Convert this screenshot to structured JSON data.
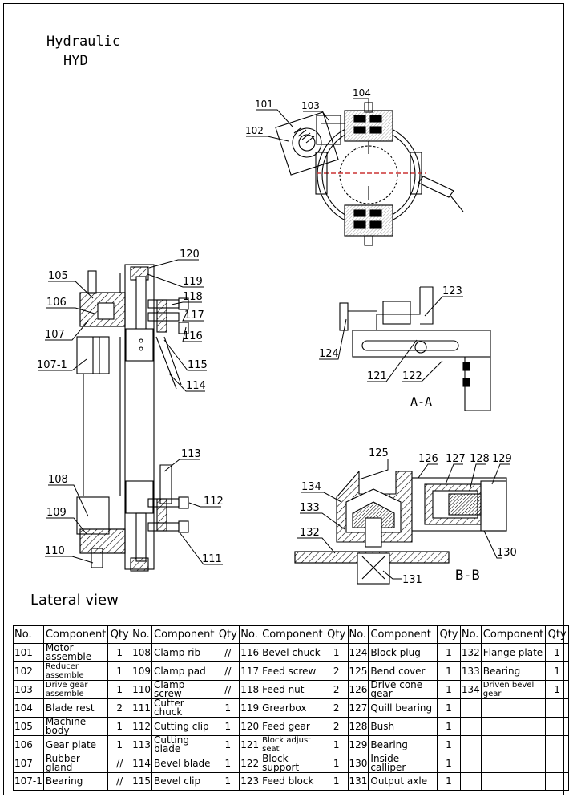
{
  "title": {
    "line1": "Hydraulic",
    "line2": "HYD"
  },
  "views": {
    "lateral": "Lateral view",
    "section_aa": "A-A",
    "section_bb": "B-B"
  },
  "callouts": [
    "101",
    "102",
    "103",
    "104",
    "105",
    "106",
    "107",
    "107-1",
    "108",
    "109",
    "110",
    "111",
    "112",
    "113",
    "114",
    "115",
    "116",
    "117",
    "118",
    "119",
    "120",
    "121",
    "122",
    "123",
    "124",
    "125",
    "126",
    "127",
    "128",
    "129",
    "130",
    "131",
    "132",
    "133",
    "134"
  ],
  "table": {
    "headers": [
      "No.",
      "Component",
      "Qty",
      "No.",
      "Component",
      "Qty",
      "No.",
      "Component",
      "Qty",
      "No.",
      "Component",
      "Qty",
      "No.",
      "Component",
      "Qty"
    ],
    "rows": [
      [
        "101",
        "Motor assemble",
        "1",
        "108",
        "Clamp rib",
        "//",
        "116",
        "Bevel chuck",
        "1",
        "124",
        "Block plug",
        "1",
        "132",
        "Flange plate",
        "1"
      ],
      [
        "102",
        "Reducer assemble",
        "1",
        "109",
        "Clamp pad",
        "//",
        "117",
        "Feed screw",
        "2",
        "125",
        "Bend cover",
        "1",
        "133",
        "Bearing",
        "1"
      ],
      [
        "103",
        "Drive gear assemble",
        "1",
        "110",
        "Clamp screw",
        "//",
        "118",
        "Feed nut",
        "2",
        "126",
        "Drive cone gear",
        "1",
        "134",
        "Driven bevel gear",
        "1"
      ],
      [
        "104",
        "Blade rest",
        "2",
        "111",
        "Cutter chuck",
        "1",
        "119",
        "Grearbox",
        "2",
        "127",
        "Quill bearing",
        "1",
        "",
        "",
        ""
      ],
      [
        "105",
        "Machine body",
        "1",
        "112",
        "Cutting clip",
        "1",
        "120",
        "Feed gear",
        "2",
        "128",
        "Bush",
        "1",
        "",
        "",
        ""
      ],
      [
        "106",
        "Gear plate",
        "1",
        "113",
        "Cutting blade",
        "1",
        "121",
        "Block adjust seat",
        "1",
        "129",
        "Bearing",
        "1",
        "",
        "",
        ""
      ],
      [
        "107",
        "Rubber gland",
        "//",
        "114",
        "Bevel blade",
        "1",
        "122",
        "Block support",
        "1",
        "130",
        "Inside calliper",
        "1",
        "",
        "",
        ""
      ],
      [
        "107-1",
        "Bearing",
        "//",
        "115",
        "Bevel clip",
        "1",
        "123",
        "Feed block",
        "1",
        "131",
        "Output axle",
        "1",
        "",
        "",
        ""
      ]
    ]
  }
}
